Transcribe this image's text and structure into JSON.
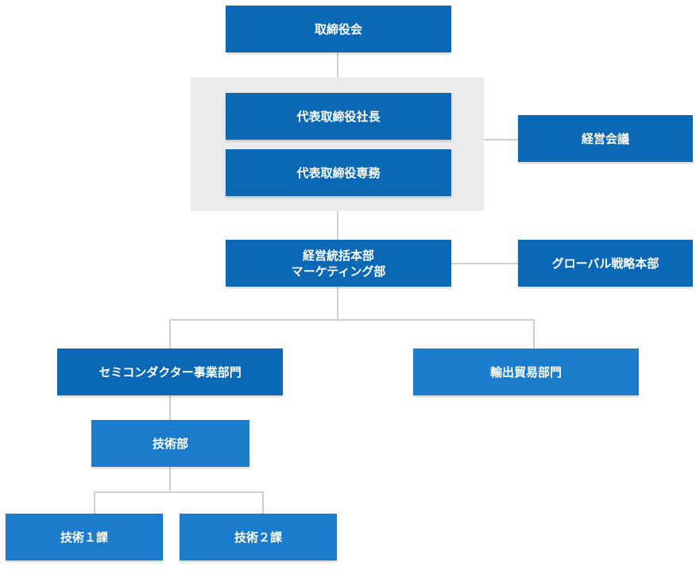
{
  "org_chart": {
    "board": "取締役会",
    "executive_group": {
      "president": "代表取締役社長",
      "senior_md": "代表取締役専務"
    },
    "management_council": "経営会議",
    "general_hq": {
      "line1": "経営統括本部",
      "line2": "マーケティング部"
    },
    "global_strategy": "グローバル戦略本部",
    "semiconductor_division": "セミコンダクター事業部門",
    "export_division": "輸出貿易部門",
    "engineering_dept": "技術部",
    "engineering_section_1": "技術１課",
    "engineering_section_2": "技術２課"
  },
  "colors": {
    "primary_box": "#0a68b4",
    "secondary_box": "#1a7ccb",
    "connector": "#cfcfcf",
    "group_background": "#ececec"
  }
}
